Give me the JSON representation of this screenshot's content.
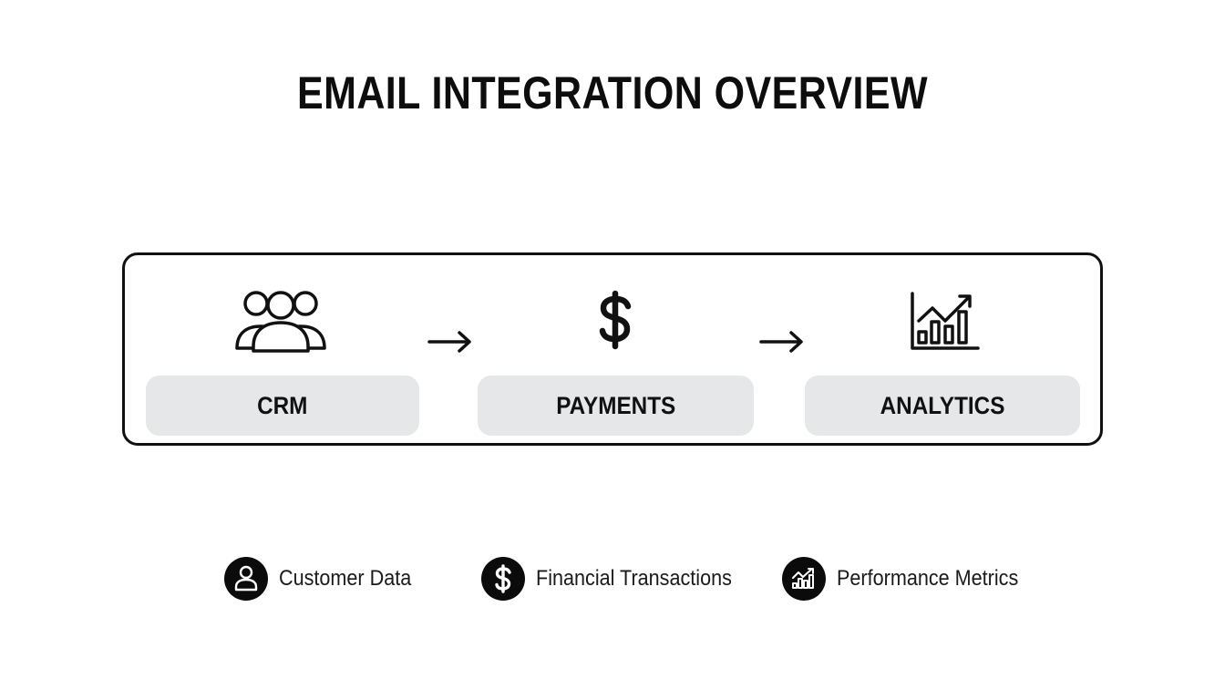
{
  "title": "EMAIL INTEGRATION OVERVIEW",
  "flow": {
    "steps": [
      {
        "label": "CRM",
        "icon": "users-group-icon"
      },
      {
        "label": "PAYMENTS",
        "icon": "dollar-icon"
      },
      {
        "label": "ANALYTICS",
        "icon": "chart-growth-icon"
      }
    ],
    "connector": "arrow-right-icon"
  },
  "legend": {
    "items": [
      {
        "label": "Customer Data",
        "icon": "user-icon"
      },
      {
        "label": "Financial Transactions",
        "icon": "dollar-icon"
      },
      {
        "label": "Performance Metrics",
        "icon": "chart-growth-icon"
      }
    ]
  },
  "colors": {
    "background": "#ffffff",
    "ink": "#111111",
    "pill": "#e6e7e8",
    "legend_circle": "#0b0b0b"
  }
}
